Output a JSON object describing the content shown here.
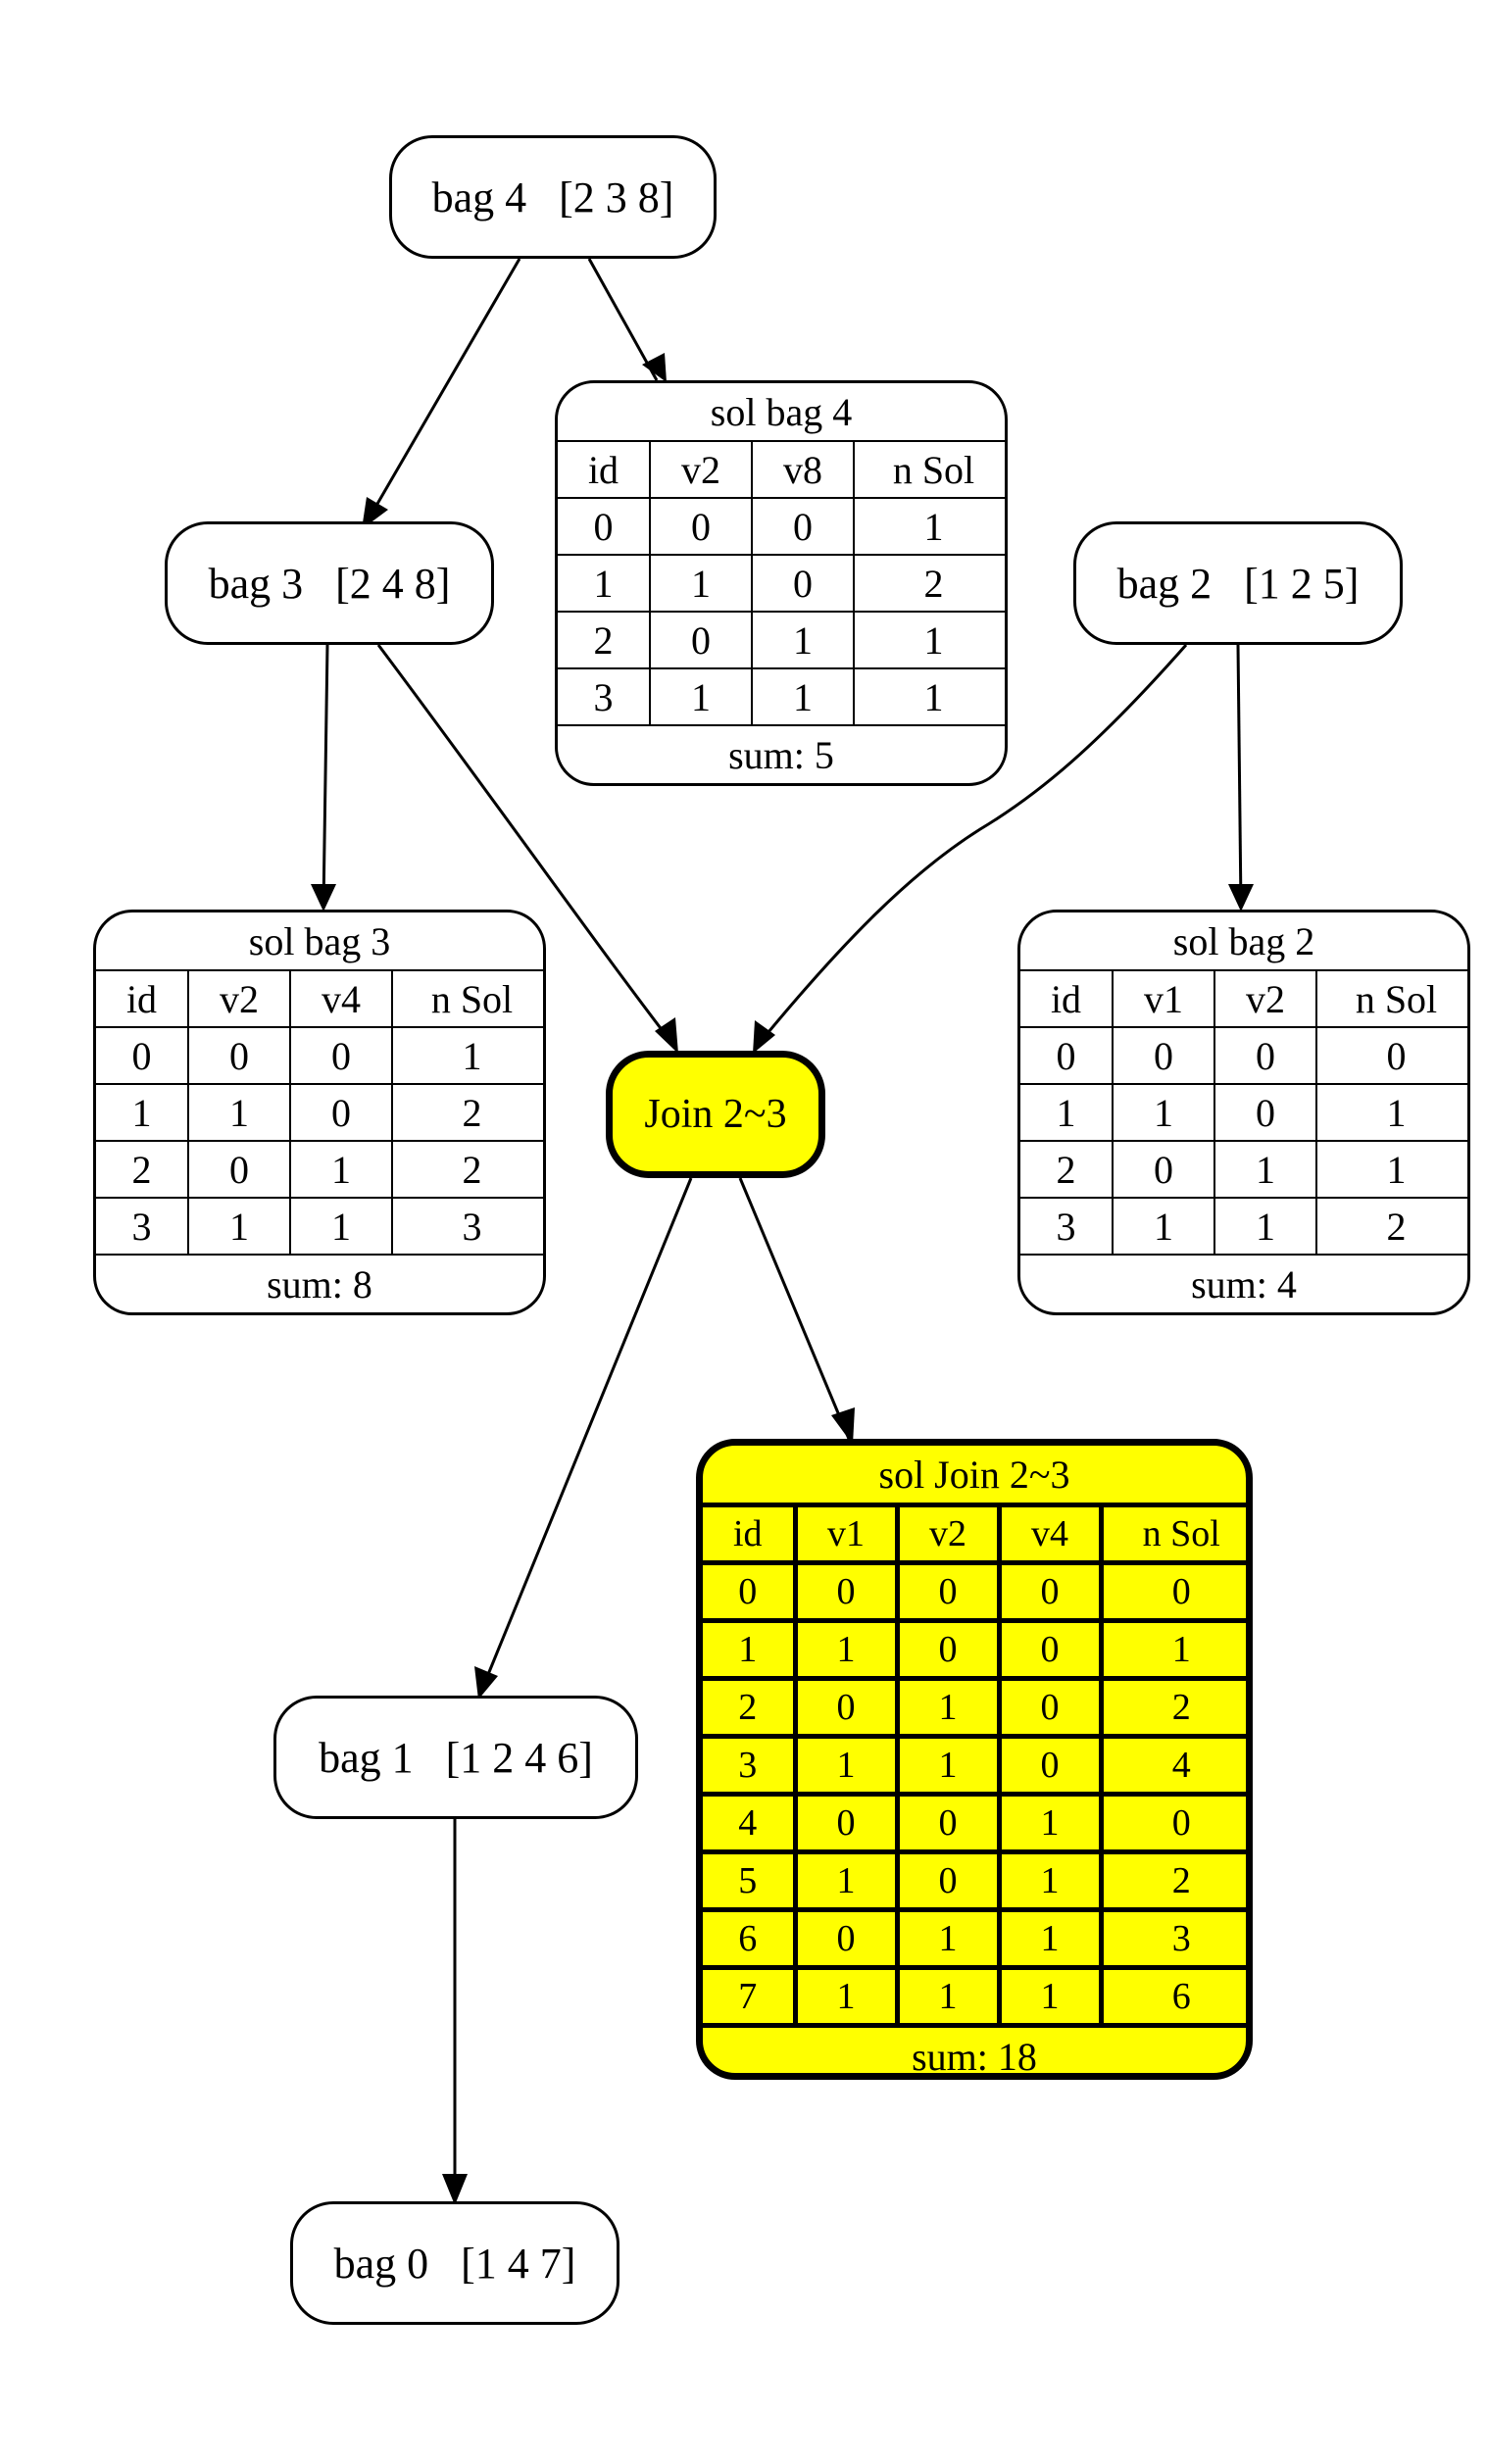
{
  "nodes": {
    "bag4": "bag 4   [2 3 8]",
    "bag3": "bag 3   [2 4 8]",
    "bag2": "bag 2   [1 2 5]",
    "join": "Join 2~3",
    "bag1": "bag 1   [1 2 4 6]",
    "bag0": "bag 0   [1 4 7]"
  },
  "tables": {
    "sol4": {
      "title": "sol bag 4",
      "headers": [
        "id",
        "v2",
        "v8",
        "n Sol"
      ],
      "rows": [
        [
          "0",
          "0",
          "0",
          "1"
        ],
        [
          "1",
          "1",
          "0",
          "2"
        ],
        [
          "2",
          "0",
          "1",
          "1"
        ],
        [
          "3",
          "1",
          "1",
          "1"
        ]
      ],
      "footer": "sum: 5"
    },
    "sol3": {
      "title": "sol bag 3",
      "headers": [
        "id",
        "v2",
        "v4",
        "n Sol"
      ],
      "rows": [
        [
          "0",
          "0",
          "0",
          "1"
        ],
        [
          "1",
          "1",
          "0",
          "2"
        ],
        [
          "2",
          "0",
          "1",
          "2"
        ],
        [
          "3",
          "1",
          "1",
          "3"
        ]
      ],
      "footer": "sum: 8"
    },
    "sol2": {
      "title": "sol bag 2",
      "headers": [
        "id",
        "v1",
        "v2",
        "n Sol"
      ],
      "rows": [
        [
          "0",
          "0",
          "0",
          "0"
        ],
        [
          "1",
          "1",
          "0",
          "1"
        ],
        [
          "2",
          "0",
          "1",
          "1"
        ],
        [
          "3",
          "1",
          "1",
          "2"
        ]
      ],
      "footer": "sum: 4"
    },
    "soljoin": {
      "title": "sol Join 2~3",
      "headers": [
        "id",
        "v1",
        "v2",
        "v4",
        "n Sol"
      ],
      "rows": [
        [
          "0",
          "0",
          "0",
          "0",
          "0"
        ],
        [
          "1",
          "1",
          "0",
          "0",
          "1"
        ],
        [
          "2",
          "0",
          "1",
          "0",
          "2"
        ],
        [
          "3",
          "1",
          "1",
          "0",
          "4"
        ],
        [
          "4",
          "0",
          "0",
          "1",
          "0"
        ],
        [
          "5",
          "1",
          "0",
          "1",
          "2"
        ],
        [
          "6",
          "0",
          "1",
          "1",
          "3"
        ],
        [
          "7",
          "1",
          "1",
          "1",
          "6"
        ]
      ],
      "footer": "sum: 18"
    }
  },
  "colors": {
    "highlight": "#ffff00",
    "stroke": "#000000"
  }
}
